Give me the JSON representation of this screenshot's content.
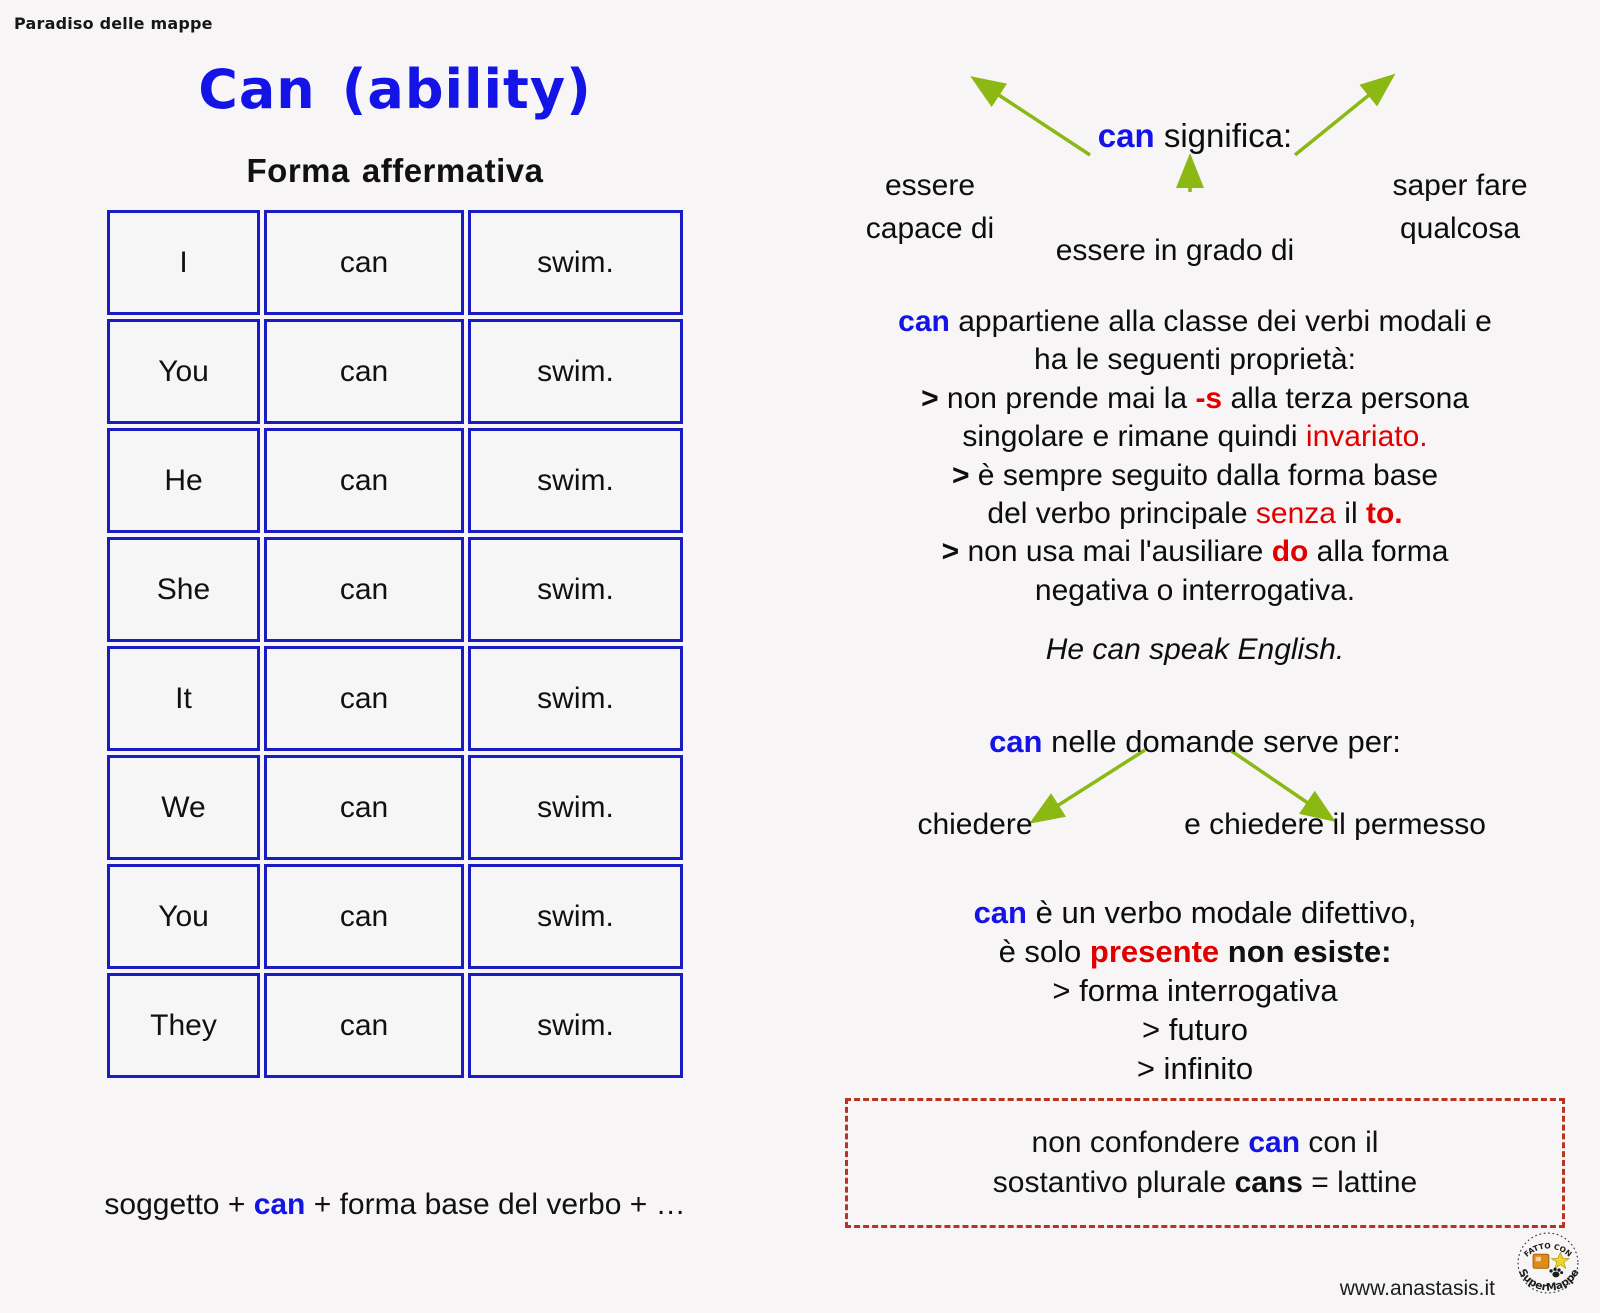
{
  "site_tag": "Paradiso delle mappe",
  "title": {
    "main_left": "Can",
    "main_right": "(ability)",
    "subtitle_left": "Forma",
    "subtitle_right": "affermativa"
  },
  "table": {
    "columns": [
      "subject",
      "modal",
      "verb"
    ],
    "rows": [
      {
        "subject": "I",
        "modal": "can",
        "verb": "swim."
      },
      {
        "subject": "You",
        "modal": "can",
        "verb": "swim."
      },
      {
        "subject": "He",
        "modal": "can",
        "verb": "swim."
      },
      {
        "subject": "She",
        "modal": "can",
        "verb": "swim."
      },
      {
        "subject": "It",
        "modal": "can",
        "verb": "swim."
      },
      {
        "subject": "We",
        "modal": "can",
        "verb": "swim."
      },
      {
        "subject": "You",
        "modal": "can",
        "verb": "swim."
      },
      {
        "subject": "They",
        "modal": "can",
        "verb": "swim."
      }
    ]
  },
  "formula": {
    "part1": "soggetto  +  ",
    "keyword": "can",
    "part2": "  +   forma  base  del  verbo  +  …"
  },
  "meaning": {
    "heading_keyword": "can",
    "heading_text": " significa:",
    "branch_left": "essere\ncapace  di",
    "branch_left_line1": "essere",
    "branch_left_line2": "capace  di",
    "branch_mid": "essere  in  grado  di",
    "branch_right_line1": "saper  fare",
    "branch_right_line2": "qualcosa"
  },
  "properties": {
    "intro_keyword": "can",
    "intro_line1": " appartiene  alla  classe  dei  verbi  modali  e",
    "intro_line2": "ha  le  seguenti  proprietà:",
    "bullet_char": ">",
    "b1_l1_a": " non  prende  mai  la  ",
    "b1_l1_red": "-s",
    "b1_l1_b": "  alla  terza  persona",
    "b1_l2_a": "singolare  e  rimane  quindi  ",
    "b1_l2_red": "invariato.",
    "b2_l1": " è  sempre  seguito  dalla  forma  base",
    "b2_l2_a": "del  verbo  principale  ",
    "b2_l2_red": "senza",
    "b2_l2_b": "  il  ",
    "b2_l2_red2": "to.",
    "b3_l1_a": " non  usa  mai  l'ausiliare  ",
    "b3_l1_red": "do",
    "b3_l1_b": "  alla  forma",
    "b3_l2": "negativa  o  interrogativa."
  },
  "example": "He can speak English.",
  "questions": {
    "heading_keyword": "can",
    "heading_text": "  nelle  domande  serve  per:",
    "branch_left": "chiedere",
    "branch_right": "e  chiedere  il  permesso"
  },
  "defective": {
    "l1_keyword": "can",
    "l1_text": "  è  un  verbo  modale  difettivo,",
    "l2_a": "è  solo  ",
    "l2_red": "presente",
    "l2_b": " non  esiste:",
    "bullet_char": ">",
    "item1": " forma  interrogativa",
    "item2": " futuro",
    "item3": " infinito"
  },
  "warning": {
    "l1_a": "non  confondere  ",
    "l1_keyword": "can",
    "l1_b": "  con  il",
    "l2_a": "sostantivo  plurale  ",
    "l2_bold": "cans",
    "l2_b": "  =  lattine"
  },
  "footer": {
    "url": "www.anastasis.it",
    "badge_top": "FATTO CON",
    "badge_bottom": "SuperMappe"
  },
  "colors": {
    "keyword_blue": "#1414e6",
    "highlight_red": "#e00000",
    "table_border": "#1b1bc4",
    "arrow_green": "#8cb814",
    "warning_border": "#bb3322",
    "background": "#f7f5f6"
  }
}
